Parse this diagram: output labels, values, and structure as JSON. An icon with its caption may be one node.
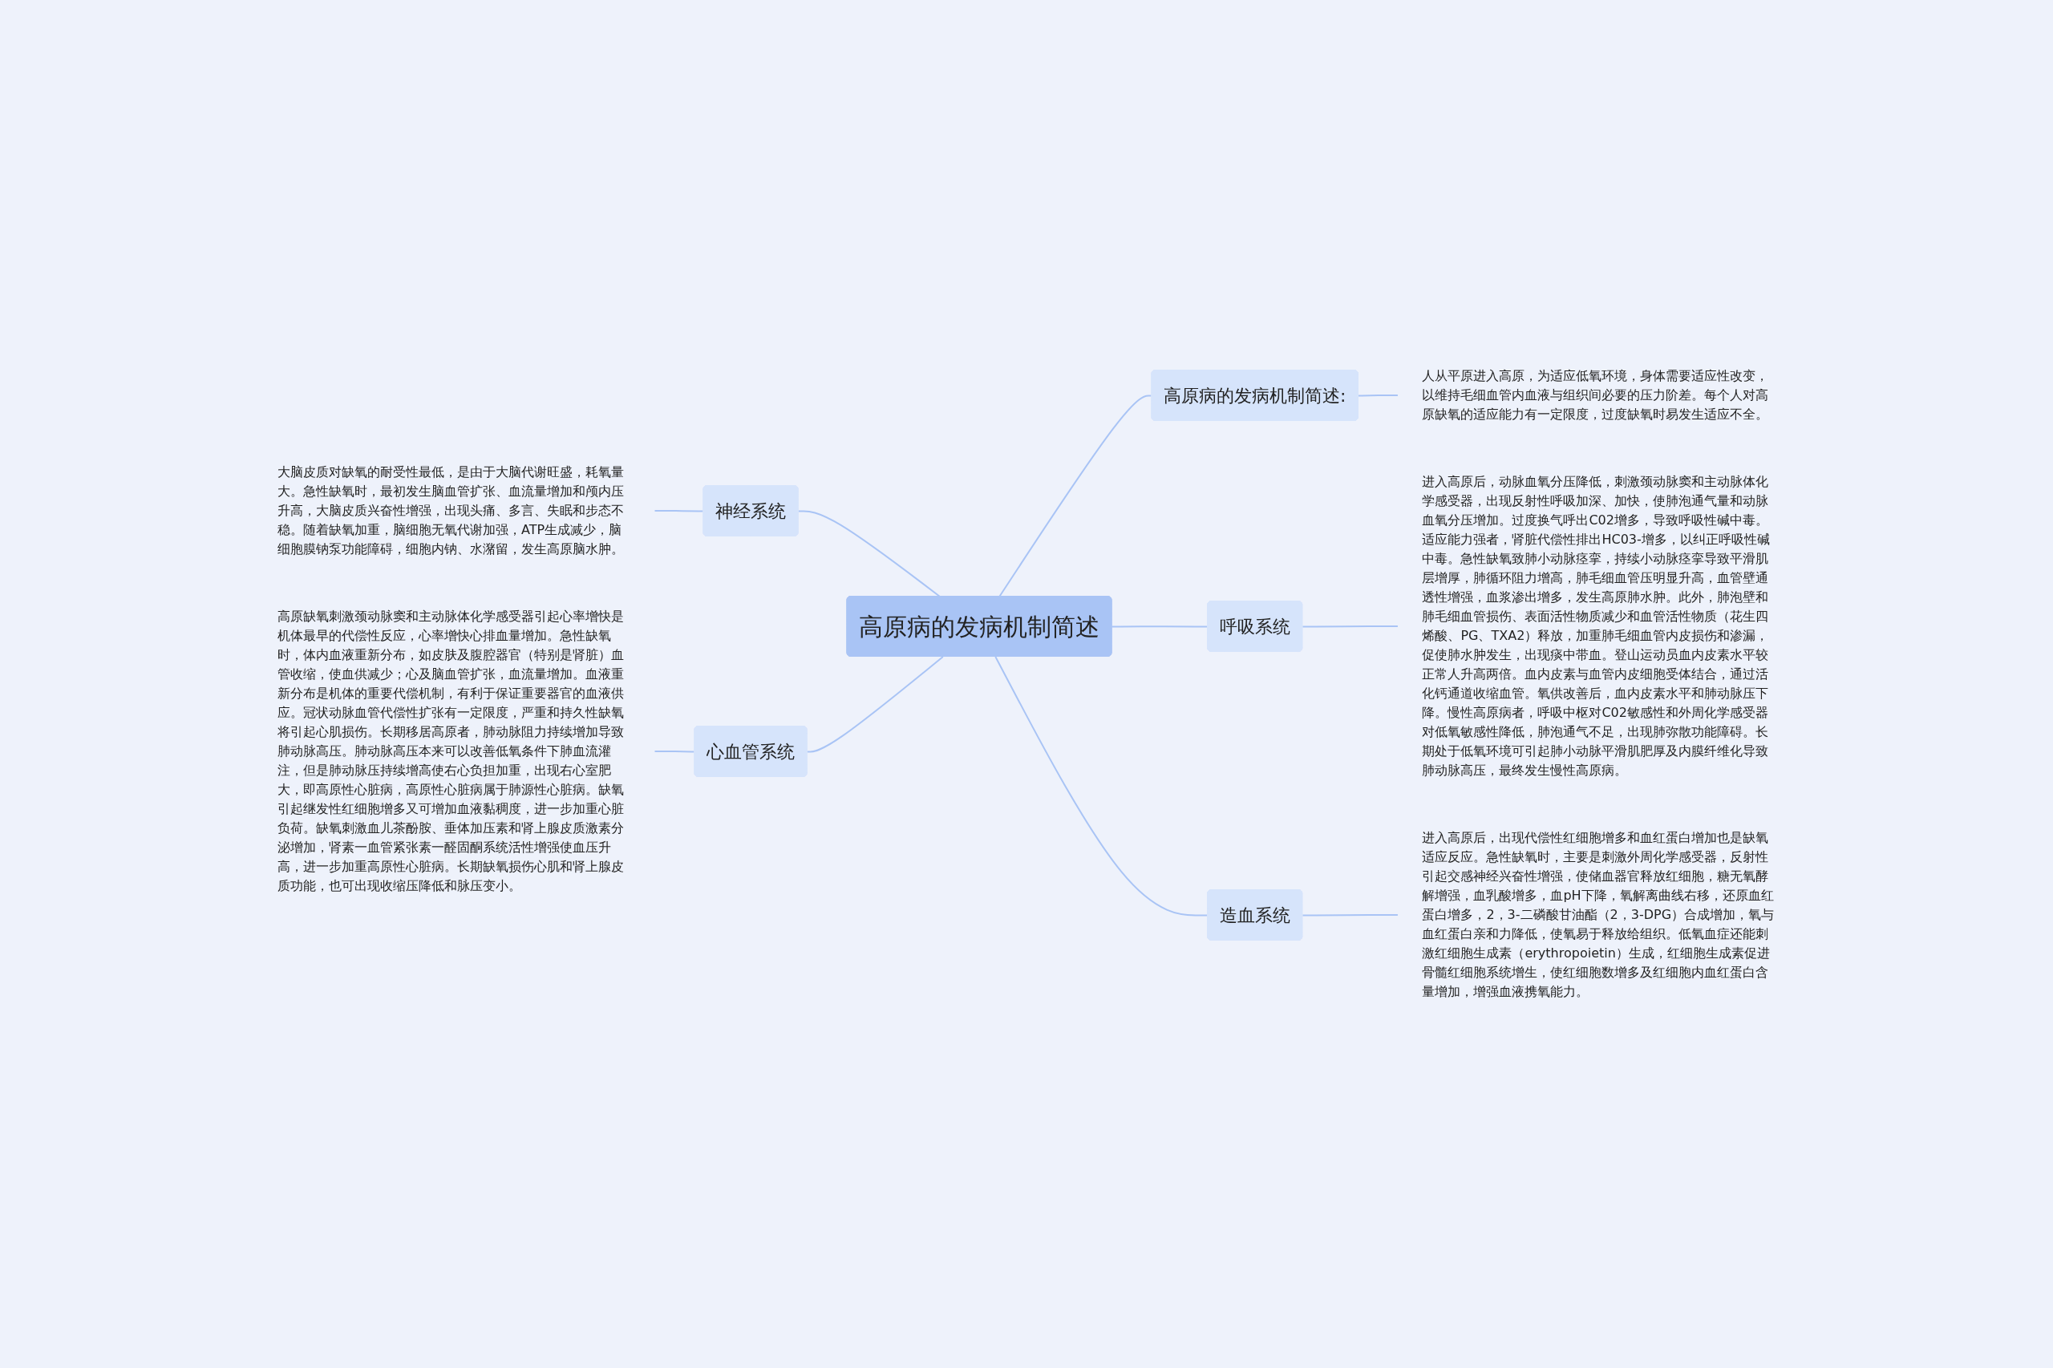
{
  "diagram": {
    "nodes": [
      {
        "text": [
          "高原病的发病机制简述"
        ]
      },
      {
        "text": [
          "高原病的发病机制简述:"
        ]
      },
      {
        "text": [
          "人从平原进入高原，为适应低氧环境，身体需要适应性改变，以维持毛细血管内血液与组织间必要的压力阶差。每个人对高原缺氧的适应能力有一定限度，过度缺氧时易发生适应不全。"
        ]
      },
      {
        "text": [
          "神经系统"
        ]
      },
      {
        "text": [
          "大脑皮质对缺氧的耐受性最低，是由于大脑代谢旺盛，耗氧量大。急性缺氧时，最初发生脑血管扩张、血流量增加和颅内压升高，大脑皮质兴奋性增强，出现头痛、多言、失眠和步态不稳。随着缺氧加重，脑细胞无氧代谢加强，ATP生成减少，脑细胞膜钠泵功能障碍，细胞内钠、水潴留，发生高原脑水肿。"
        ]
      },
      {
        "text": [
          "呼吸系统"
        ]
      },
      {
        "text": [
          "进入高原后，动脉血氧分压降低，刺激颈动脉窦和主动脉体化学感受器，出现反射性呼吸加深、加快，使肺泡通气量和动脉血氧分压增加。过度换气呼出C02增多，导致呼吸性碱中毒。适应能力强者，肾脏代偿性排出HC03-增多，以纠正呼吸性碱中毒。急性缺氧致肺小动脉痉挛，持续小动脉痉挛导致平滑肌层增厚，肺循环阻力增高，肺毛细血管压明显升高，血管壁通透性增强，血浆渗出增多，发生高原肺水肿。此外，肺泡壁和肺毛细血管损伤、表面活性物质减少和血管活性物质（花生四烯酸、PG、TXA2）释放，加重肺毛细血管内皮损伤和渗漏，促使肺水肿发生，出现痰中带血。登山运动员血内皮素水平较正常人升高两倍。血内皮素与血管内皮细胞受体结合，通过活化钙通道收缩血管。氧供改善后，血内皮素水平和肺动脉压下降。慢性高原病者，呼吸中枢对C02敏感性和外周化学感受器对低氧敏感性降低，肺泡通气不足，出现肺弥散功能障碍。长期处于低氧环境可引起肺小动脉平滑肌肥厚及内膜纤维化导致肺动脉高压，最终发生慢性高原病。"
        ]
      },
      {
        "text": [
          "心血管系统"
        ]
      },
      {
        "text": [
          "高原缺氧刺激颈动脉窦和主动脉体化学感受器引起心率增快是机体最早的代偿性反应，心率增快心排血量增加。急性缺氧时，体内血液重新分布，如皮肤及腹腔器官（特别是肾脏）血管收缩，使血供减少；心及脑血管扩张，血流量增加。血液重新分布是机体的重要代偿机制，有利于保证重要器官的血液供应。冠状动脉血管代偿性扩张有一定限度，严重和持久性缺氧将引起心肌损伤。长期移居高原者，肺动脉阻力持续增加导致肺动脉高压。肺动脉高压本来可以改善低氧条件下肺血流灌注，但是肺动脉压持续增高使右心负担加重，出现右心室肥大，即高原性心脏病，高原性心脏病属于肺源性心脏病。缺氧引起继发性红细胞增多又可增加血液黏稠度，进一步加重心脏负荷。缺氧刺激血儿茶酚胺、垂体加压素和肾上腺皮质激素分泌增加，肾素一血管紧张素一醛固酮系统活性增强使血压升高，进一步加重高原性心脏病。长期缺氧损伤心肌和肾上腺皮质功能，也可出现收缩压降低和脉压变小。"
        ]
      },
      {
        "text": [
          "造血系统"
        ]
      },
      {
        "text": [
          "进入高原后，出现代偿性红细胞增多和血红蛋白增加也是缺氧适应反应。急性缺氧时，主要是刺激外周化学感受器，反射性引起交感神经兴奋性增强，使储血器官释放红细胞，糖无氧酵解增强，血乳酸增多，血pH下降，氧解离曲线右移，还原血红蛋白增多，2，3-二磷酸甘油酯（2，3-DPG）合成增加，氧与血红蛋白亲和力降低，使氧易于释放给组织。低氧血症还能刺激红细胞生成素（erythropoietin）生成，红细胞生成素促进骨髓红细胞系统增生，使红细胞数增多及红细胞内血红蛋白含量增加，增强血液携氧能力。"
        ]
      }
    ],
    "edges": [
      {
        "from": 0,
        "to": 1,
        "arrow": "none"
      },
      {
        "from": 1,
        "to": 2,
        "arrow": "none"
      },
      {
        "from": 0,
        "to": 3,
        "arrow": "none"
      },
      {
        "from": 3,
        "to": 4,
        "arrow": "none"
      },
      {
        "from": 0,
        "to": 5,
        "arrow": "none"
      },
      {
        "from": 5,
        "to": 6,
        "arrow": "none"
      },
      {
        "from": 0,
        "to": 7,
        "arrow": "none"
      },
      {
        "from": 7,
        "to": 8,
        "arrow": "none"
      },
      {
        "from": 0,
        "to": 9,
        "arrow": "none"
      },
      {
        "from": 9,
        "to": 10,
        "arrow": "none"
      }
    ]
  }
}
